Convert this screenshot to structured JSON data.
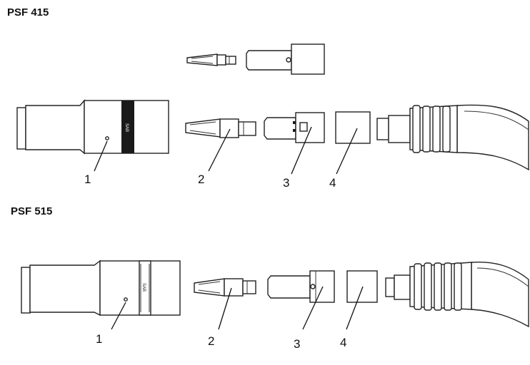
{
  "diagram": {
    "top": {
      "title": "PSF 415",
      "labels": [
        "1",
        "2",
        "3",
        "4"
      ],
      "band_text": "SAB"
    },
    "bottom": {
      "title": "PSF 515",
      "labels": [
        "1",
        "2",
        "3",
        "4"
      ],
      "band_text": "SAB"
    }
  }
}
